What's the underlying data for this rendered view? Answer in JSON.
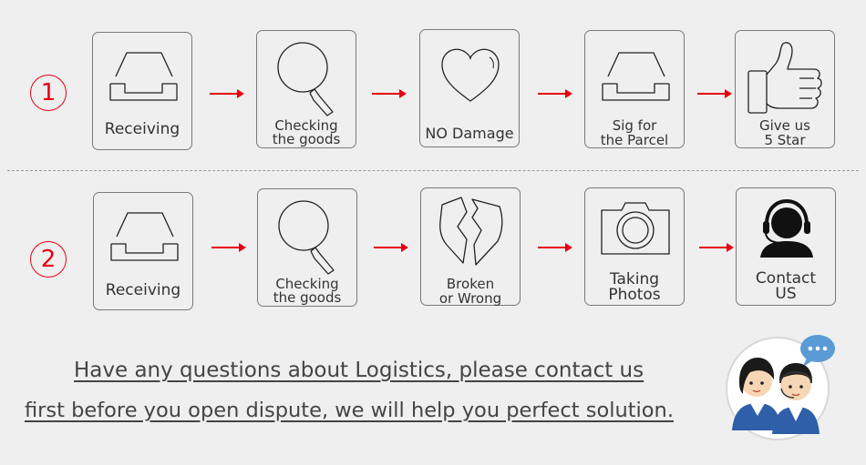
{
  "row1": {
    "number": "1",
    "steps": [
      {
        "label_line1": "Receiving",
        "label_line2": "",
        "icon": "inbox-tray-icon"
      },
      {
        "label_line1": "Checking",
        "label_line2": "the goods",
        "icon": "magnifier-icon"
      },
      {
        "label_line1": "NO Damage",
        "label_line2": "",
        "icon": "heart-icon"
      },
      {
        "label_line1": "Sig for",
        "label_line2": "the Parcel",
        "icon": "inbox-tray-icon"
      },
      {
        "label_line1": "Give us",
        "label_line2": "5 Star",
        "icon": "thumbs-up-icon"
      }
    ]
  },
  "row2": {
    "number": "2",
    "steps": [
      {
        "label_line1": "Receiving",
        "label_line2": "",
        "icon": "inbox-tray-icon"
      },
      {
        "label_line1": "Checking",
        "label_line2": "the goods",
        "icon": "magnifier-icon"
      },
      {
        "label_line1": "Broken",
        "label_line2": "or Wrong",
        "icon": "broken-heart-icon"
      },
      {
        "label_line1": "Taking",
        "label_line2": "Photos",
        "icon": "camera-icon"
      },
      {
        "label_line1": "Contact",
        "label_line2": "US",
        "icon": "support-agent-icon"
      }
    ]
  },
  "note": {
    "line1": "Have any questions about Logistics, please contact us ",
    "line2": "first before you open dispute, we will help you perfect solution."
  },
  "colors": {
    "accent": "#e60012",
    "card_border": "#7a7a7a",
    "background": "#efefef"
  }
}
